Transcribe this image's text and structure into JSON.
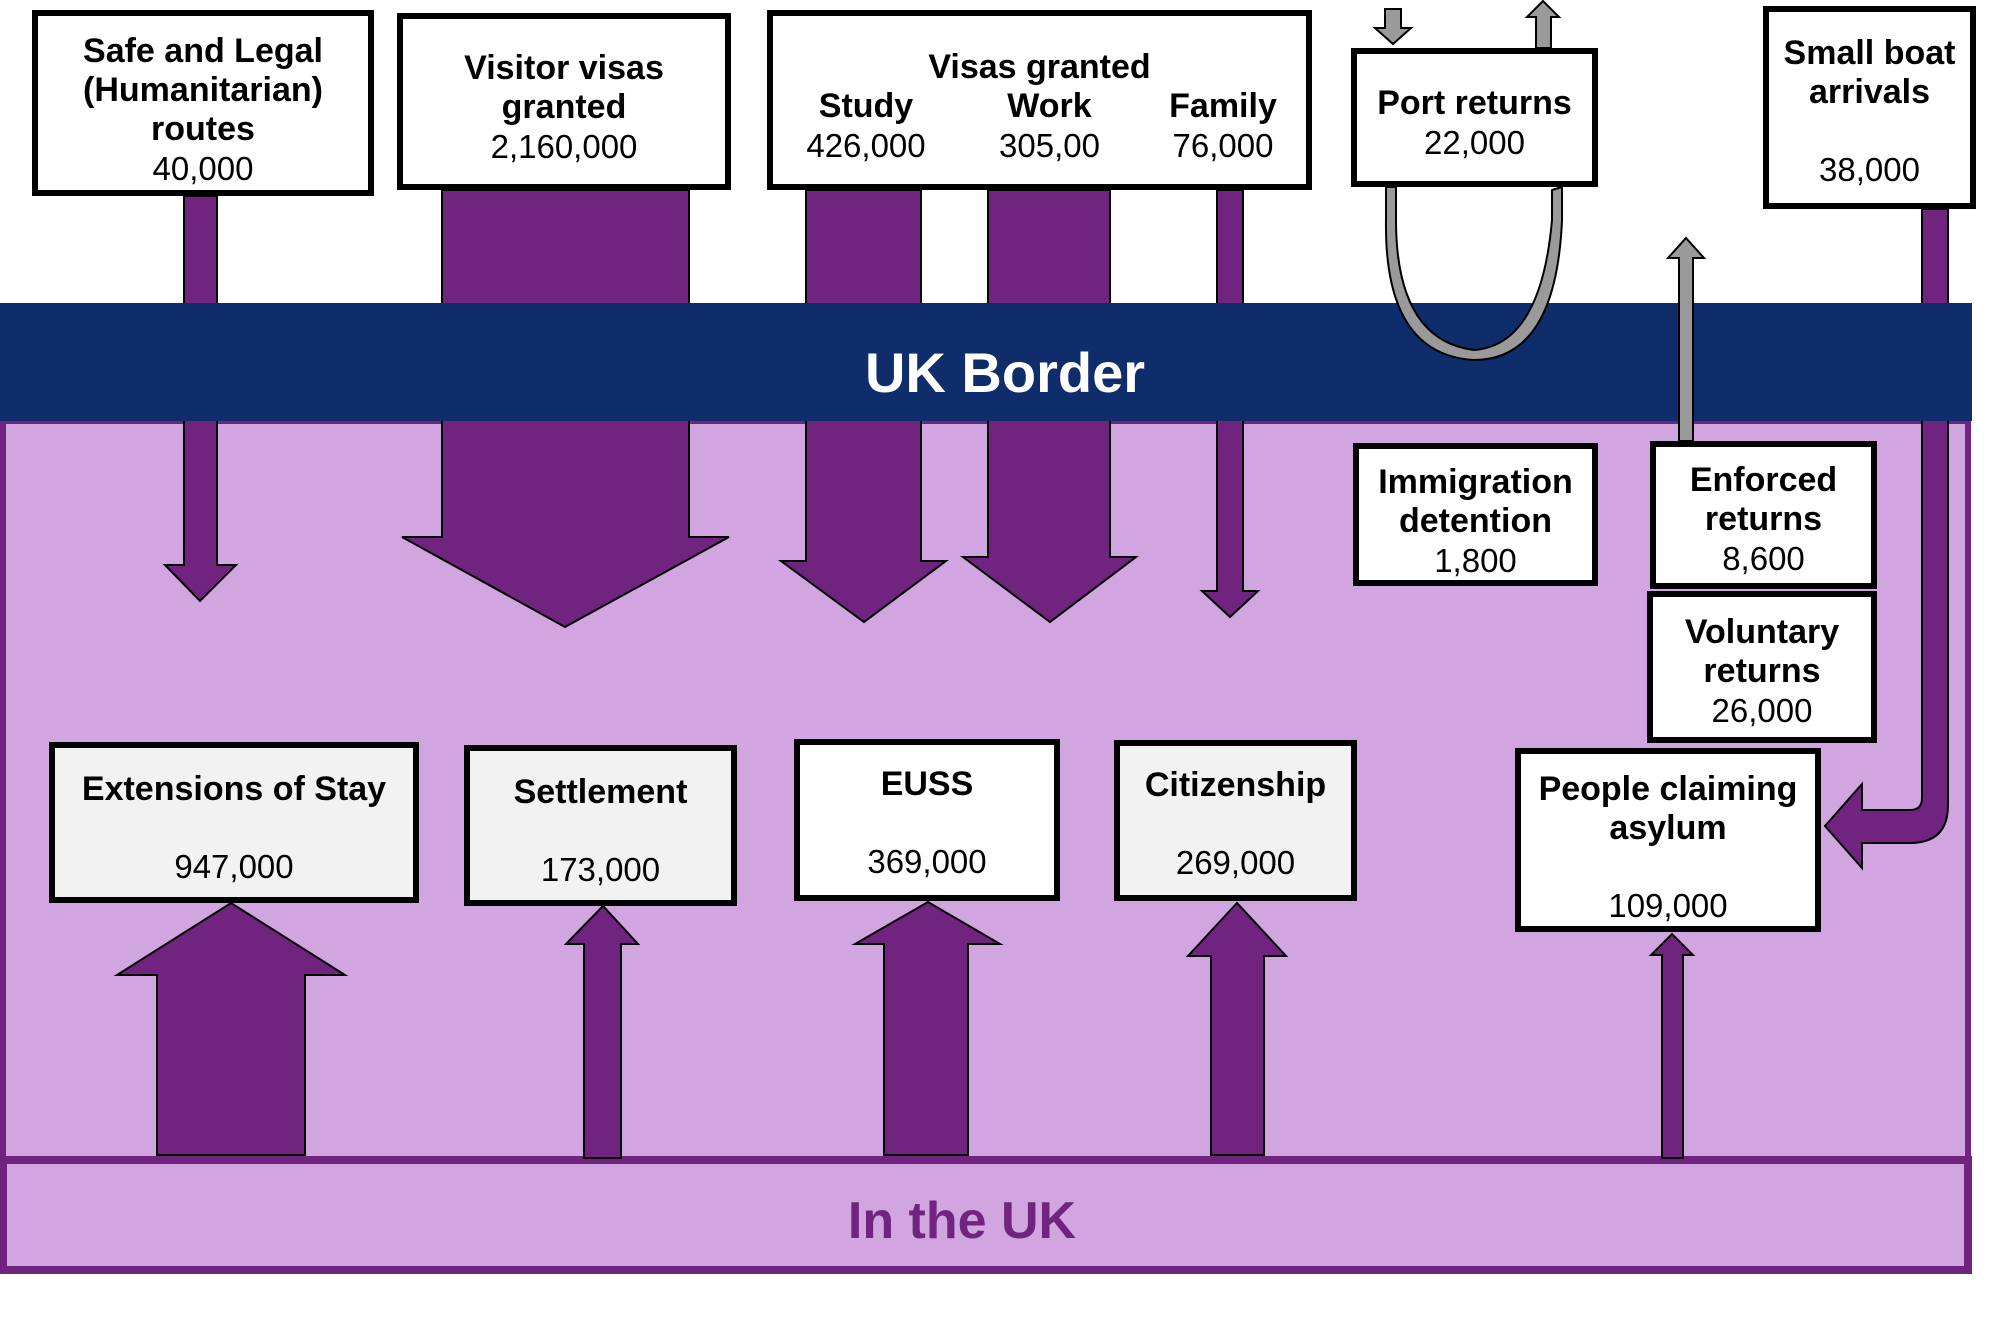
{
  "title": "UK immigration flows diagram",
  "colors": {
    "border_band": "#0f2d6b",
    "in_uk_fill": "#d1a6e0",
    "arrow_purple": "#70237f",
    "return_grey": "#9a9a9a",
    "box_white": "#ffffff",
    "box_grey": "#f2f2f2"
  },
  "bands": {
    "uk_border": "UK Border",
    "in_the_uk": "In the UK"
  },
  "entry_routes": {
    "safe_legal": {
      "label_lines": [
        "Safe and Legal",
        "(Humanitarian)",
        "routes"
      ],
      "value": "40,000"
    },
    "visitor": {
      "label_lines": [
        "Visitor visas",
        "granted"
      ],
      "value": "2,160,000"
    },
    "visas_granted": {
      "title": "Visas granted",
      "items": [
        {
          "label": "Study",
          "value": "426,000"
        },
        {
          "label": "Work",
          "value": "305,00"
        },
        {
          "label": "Family",
          "value": "76,000"
        }
      ]
    },
    "port_returns": {
      "label": "Port returns",
      "value": "22,000"
    },
    "small_boat": {
      "label_lines": [
        "Small boat",
        "arrivals"
      ],
      "value": "38,000"
    }
  },
  "in_country": {
    "immigration_detention": {
      "label_lines": [
        "Immigration",
        "detention"
      ],
      "value": "1,800"
    },
    "enforced_returns": {
      "label_lines": [
        "Enforced",
        "returns"
      ],
      "value": "8,600"
    },
    "voluntary_returns": {
      "label_lines": [
        "Voluntary",
        "returns"
      ],
      "value": "26,000"
    },
    "extensions_of_stay": {
      "label": "Extensions of Stay",
      "value": "947,000"
    },
    "settlement": {
      "label": "Settlement",
      "value": "173,000"
    },
    "euss": {
      "label": "EUSS",
      "value": "369,000"
    },
    "citizenship": {
      "label": "Citizenship",
      "value": "269,000"
    },
    "asylum": {
      "label_lines": [
        "People claiming",
        "asylum"
      ],
      "value": "109,000"
    }
  }
}
